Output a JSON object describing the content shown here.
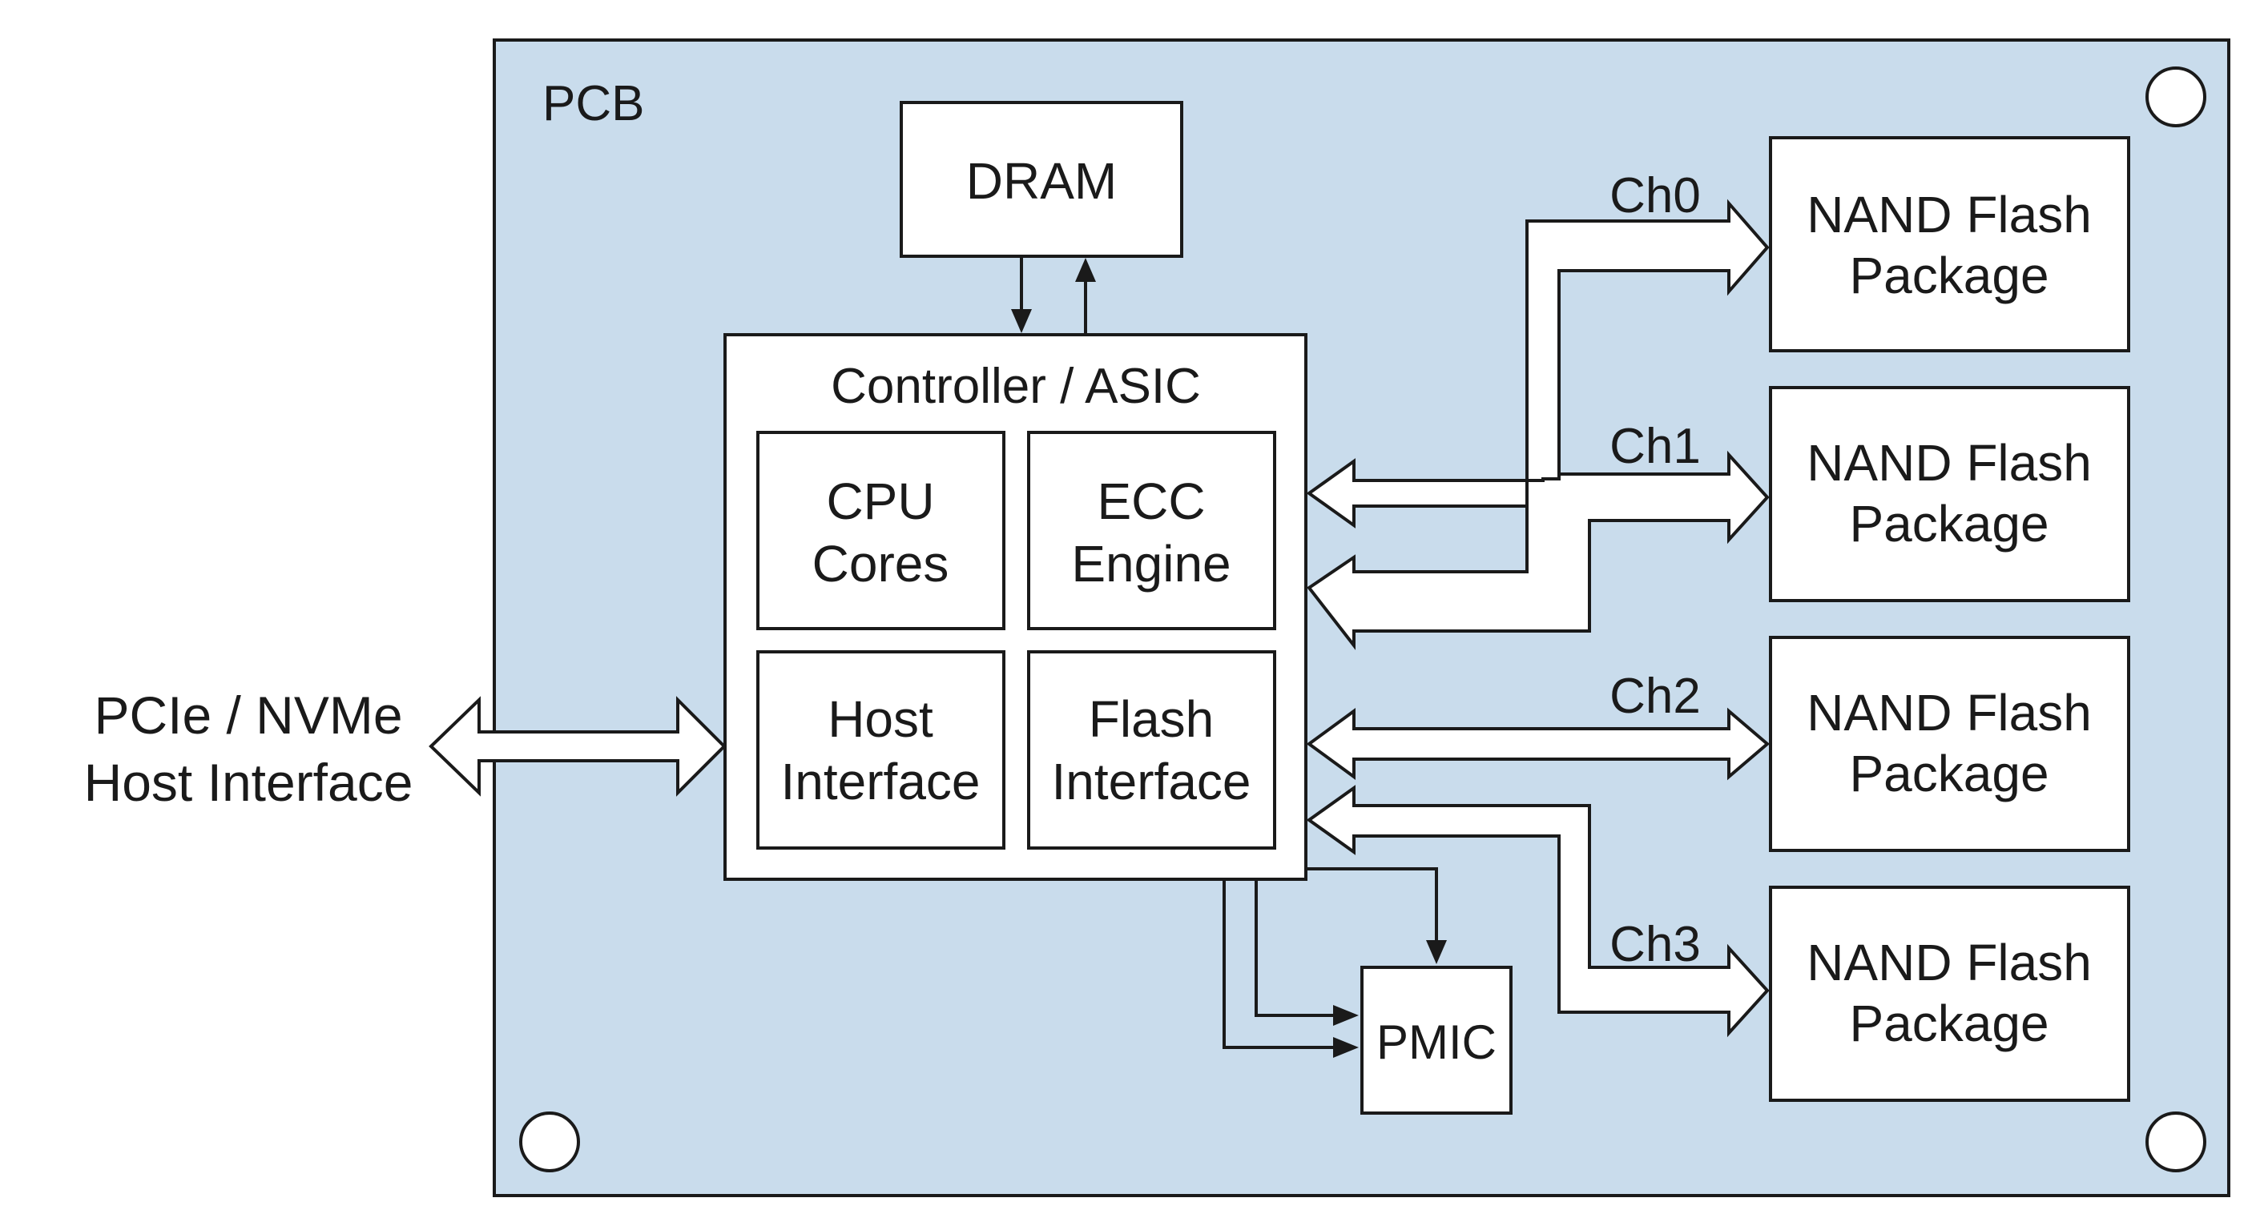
{
  "board": {
    "label": "PCB"
  },
  "dram": {
    "label": "DRAM"
  },
  "controller": {
    "title": "Controller / ASIC",
    "blocks": {
      "cpu": [
        "CPU",
        "Cores"
      ],
      "ecc": [
        "ECC",
        "Engine"
      ],
      "host": [
        "Host",
        "Interface"
      ],
      "flash": [
        "Flash",
        "Interface"
      ]
    }
  },
  "host_interface": {
    "lines": [
      "PCIe / NVMe",
      "Host Interface"
    ]
  },
  "channels": [
    {
      "label": "Ch0",
      "package": [
        "NAND Flash",
        "Package"
      ]
    },
    {
      "label": "Ch1",
      "package": [
        "NAND Flash",
        "Package"
      ]
    },
    {
      "label": "Ch2",
      "package": [
        "NAND Flash",
        "Package"
      ]
    },
    {
      "label": "Ch3",
      "package": [
        "NAND Flash",
        "Package"
      ]
    }
  ],
  "pmic": {
    "label": "PMIC"
  },
  "colors": {
    "board": "#c9dcec",
    "stroke": "#1a1a1a",
    "box": "#ffffff"
  }
}
